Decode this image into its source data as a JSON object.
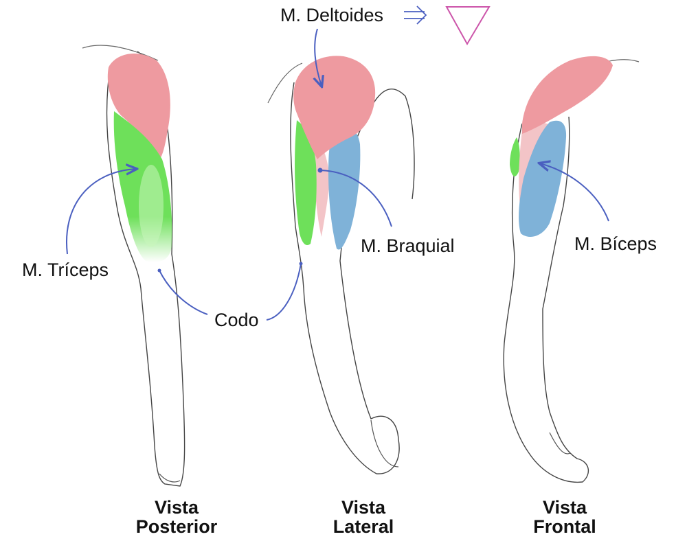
{
  "labels": {
    "deltoides": "M. Deltoides",
    "triceps": "M. Tríceps",
    "codo": "Codo",
    "braquial": "M. Braquial",
    "biceps": "M. Bíceps"
  },
  "views": [
    {
      "line1": "Vista",
      "line2": "Posterior"
    },
    {
      "line1": "Vista",
      "line2": "Lateral"
    },
    {
      "line1": "Vista",
      "line2": "Frontal"
    }
  ],
  "colors": {
    "deltoid": "#ee9aa0",
    "triceps": "#6ee05a",
    "brachialis": "#f3c4c7",
    "biceps": "#7fb2d8",
    "arrow": "#4a5fc0",
    "triangle": "#cc55aa",
    "outline": "#444444"
  }
}
